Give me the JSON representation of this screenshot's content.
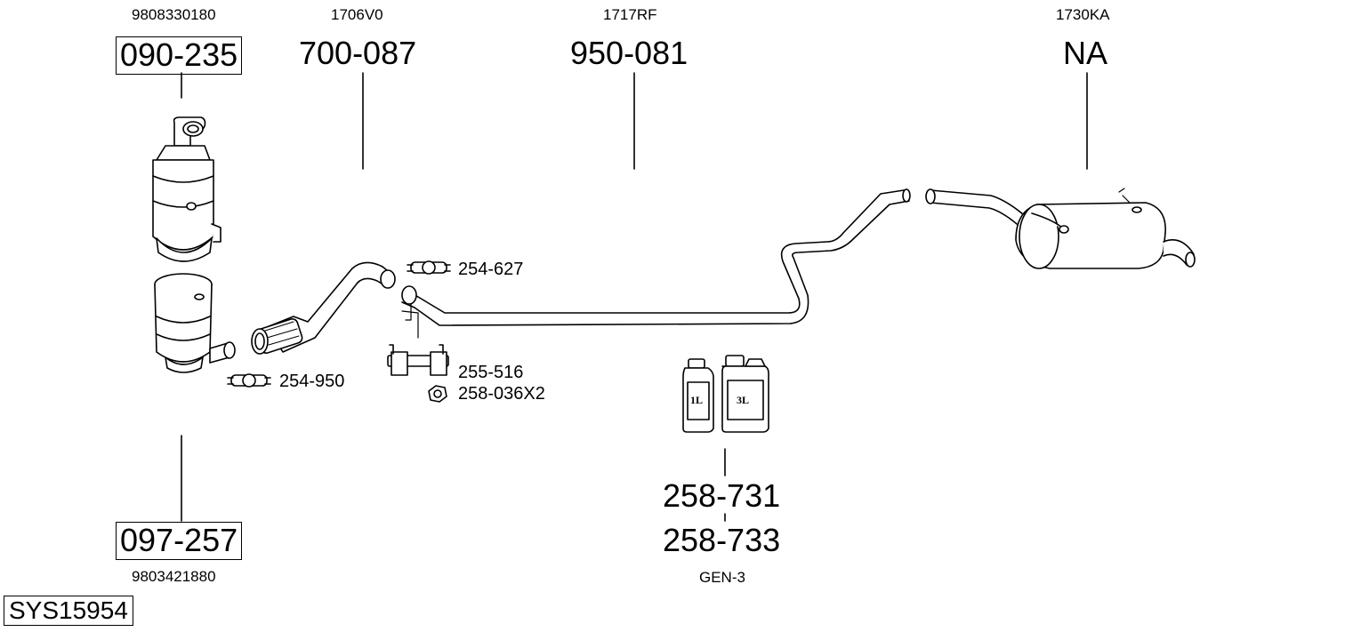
{
  "top_parts": [
    {
      "oem": "9808330180",
      "part": "090-235"
    },
    {
      "oem": "1706V0",
      "part": "700-087"
    },
    {
      "oem": "1717RF",
      "part": "950-081"
    },
    {
      "oem": "1730KA",
      "part": "NA"
    }
  ],
  "bottom_part": {
    "part": "097-257",
    "oem": "9803421880"
  },
  "accessories": {
    "clamp_upper": "254-627",
    "clamp_lower": "254-950",
    "mount": "255-516",
    "nut": "258-036X2"
  },
  "fluids": {
    "part_a": "258-731",
    "part_b": "258-733",
    "code": "GEN-3",
    "small_bottle_label": "1L",
    "large_bottle_label": "3L"
  },
  "system_id": "SYS15954"
}
